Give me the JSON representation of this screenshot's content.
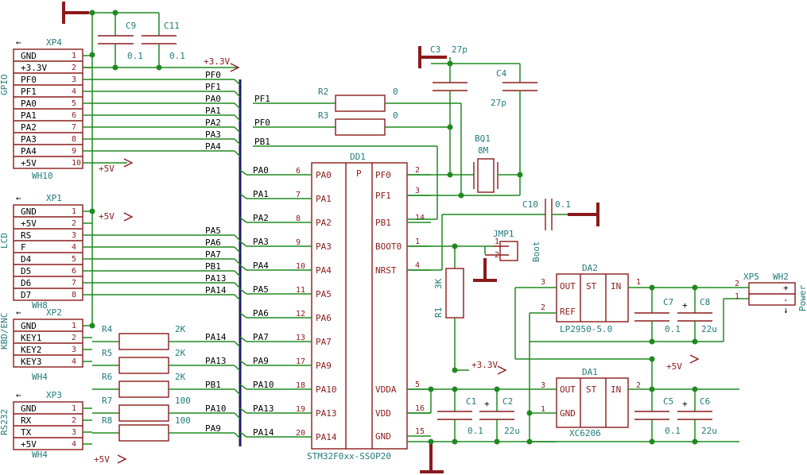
{
  "connectors": {
    "xp4": {
      "ref": "XP4",
      "type": "WH10",
      "side": "GPIO",
      "pins": [
        "GND",
        "+3.3V",
        "PF0",
        "PF1",
        "PA0",
        "PA1",
        "PA2",
        "PA3",
        "PA4",
        "+5V"
      ]
    },
    "xp1": {
      "ref": "XP1",
      "type": "WH8",
      "side": "LCD",
      "pins": [
        "GND",
        "+5V",
        "RS",
        "F",
        "D4",
        "D5",
        "D6",
        "D7"
      ]
    },
    "xp2": {
      "ref": "XP2",
      "type": "WH4",
      "side": "KBD/ENC",
      "pins": [
        "GND",
        "KEY1",
        "KEY2",
        "KEY3"
      ]
    },
    "xp3": {
      "ref": "XP3",
      "type": "WH4",
      "side": "RS232",
      "pins": [
        "GND",
        "RX",
        "TX",
        "+5V"
      ]
    },
    "xp5": {
      "ref": "XP5",
      "type": "WH2",
      "side": "Power",
      "pins": [
        "+",
        "-"
      ]
    }
  },
  "gpio_nets": [
    "PF0",
    "PF1",
    "PA0",
    "PA1",
    "PA2",
    "PA3",
    "PA4"
  ],
  "lcd_nets": [
    "PA5",
    "PA6",
    "PA7",
    "PB1",
    "PA13",
    "PA14"
  ],
  "kbd_nets": [
    "PA14",
    "PA13",
    "PB1"
  ],
  "rs232_nets": [
    "PA10",
    "PA9"
  ],
  "mcu": {
    "ref": "DD1",
    "part": "STM32F0xx-SSOP20",
    "center_label": "P",
    "left_pins": [
      {
        "num": "6",
        "name": "PA0",
        "net": "PA0"
      },
      {
        "num": "7",
        "name": "PA1",
        "net": "PA1"
      },
      {
        "num": "8",
        "name": "PA2",
        "net": "PA2"
      },
      {
        "num": "9",
        "name": "PA3",
        "net": "PA3"
      },
      {
        "num": "10",
        "name": "PA4",
        "net": "PA4"
      },
      {
        "num": "11",
        "name": "PA5",
        "net": "PA5"
      },
      {
        "num": "12",
        "name": "PA6",
        "net": "PA6"
      },
      {
        "num": "13",
        "name": "PA7",
        "net": "PA7"
      },
      {
        "num": "17",
        "name": "PA9",
        "net": "PA9"
      },
      {
        "num": "18",
        "name": "PA10",
        "net": "PA10"
      },
      {
        "num": "19",
        "name": "PA13",
        "net": "PA13"
      },
      {
        "num": "20",
        "name": "PA14",
        "net": "PA14"
      }
    ],
    "right_pins": [
      {
        "num": "2",
        "name": "PF0"
      },
      {
        "num": "3",
        "name": "PF1"
      },
      {
        "num": "14",
        "name": "PB1"
      },
      {
        "num": "1",
        "name": "BOOT0"
      },
      {
        "num": "4",
        "name": "NRST"
      },
      {
        "num": "5",
        "name": "VDDA"
      },
      {
        "num": "16",
        "name": "VDD"
      },
      {
        "num": "15",
        "name": "GND"
      }
    ]
  },
  "caps": {
    "c9": {
      "ref": "C9",
      "value": "0.1"
    },
    "c11": {
      "ref": "C11",
      "value": "0.1"
    },
    "c3": {
      "ref": "C3",
      "value": "27p"
    },
    "c4": {
      "ref": "C4",
      "value": "27p"
    },
    "c10": {
      "ref": "C10",
      "value": "0.1"
    },
    "c7": {
      "ref": "C7",
      "value": "0.1"
    },
    "c8": {
      "ref": "C8",
      "value": "22u"
    },
    "c1": {
      "ref": "C1",
      "value": "0.1"
    },
    "c2": {
      "ref": "C2",
      "value": "22u"
    },
    "c5": {
      "ref": "C5",
      "value": "0.1"
    },
    "c6": {
      "ref": "C6",
      "value": "22u"
    }
  },
  "resistors": {
    "r2": {
      "ref": "R2",
      "value": "0",
      "net": "PF1"
    },
    "r3": {
      "ref": "R3",
      "value": "0",
      "net": "PF0"
    },
    "r1": {
      "ref": "R1",
      "value": "3K"
    },
    "r4": {
      "ref": "R4",
      "value": "2K"
    },
    "r5": {
      "ref": "R5",
      "value": "2K"
    },
    "r6": {
      "ref": "R6",
      "value": "2K"
    },
    "r7": {
      "ref": "R7",
      "value": "100"
    },
    "r8": {
      "ref": "R8",
      "value": "100"
    }
  },
  "crystal": {
    "ref": "BQ1",
    "value": "8M"
  },
  "jumper": {
    "ref": "JMP1",
    "label": "Boot",
    "pin1": "1",
    "pin2": "2"
  },
  "pb1_net": "PB1",
  "regulators": {
    "da2": {
      "ref": "DA2",
      "part": "LP2950-5.0",
      "pins": {
        "out": "OUT",
        "st": "ST",
        "in": "IN",
        "ref": "REF"
      },
      "nums": {
        "out": "3",
        "ref": "2",
        "in": "1"
      }
    },
    "da1": {
      "ref": "DA1",
      "part": "XC6206",
      "pins": {
        "out": "OUT",
        "st": "ST",
        "in": "IN",
        "gnd": "GND"
      },
      "nums": {
        "out": "3",
        "gnd": "1",
        "in": "2"
      }
    }
  },
  "rails": {
    "v33": "+3.3V",
    "v5": "+5V"
  },
  "plus_sign": "+",
  "colors": {
    "wire": "#1f8a1f",
    "body": "#8b1a1a",
    "ref": "#227a7a",
    "bus": "#1a1a66"
  }
}
